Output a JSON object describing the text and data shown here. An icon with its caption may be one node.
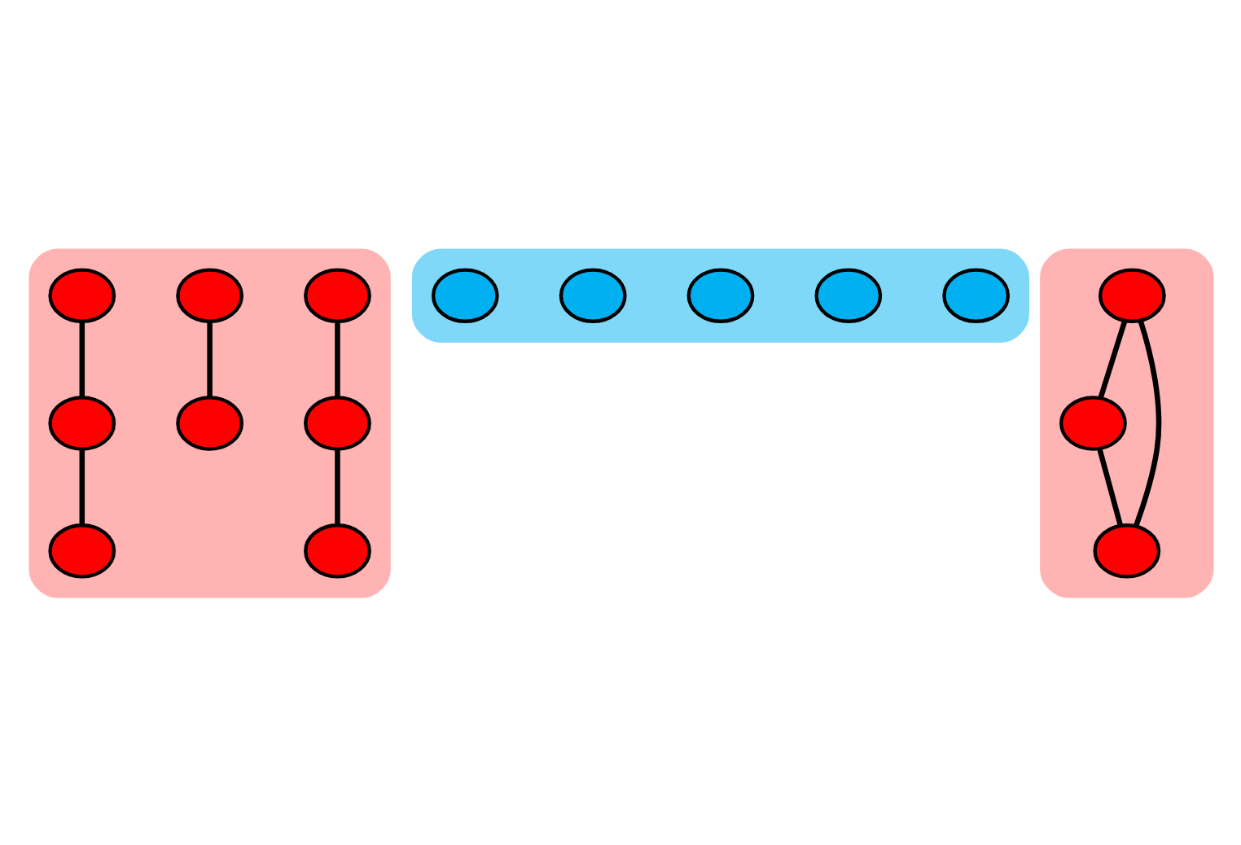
{
  "diagram": {
    "nodes": [
      {
        "text": [],
        "shape": "band"
      },
      {
        "text": [],
        "shape": "circle",
        "in": 0
      },
      {
        "text": [],
        "shape": "circle",
        "in": 0
      },
      {
        "text": [],
        "shape": "circle",
        "in": 0
      },
      {
        "text": [],
        "shape": "circle",
        "in": 0
      },
      {
        "text": [],
        "shape": "circle",
        "in": 0
      },
      {
        "text": [],
        "shape": "circle",
        "in": 0
      },
      {
        "text": [],
        "shape": "circle",
        "in": 0
      },
      {
        "text": [],
        "shape": "circle",
        "in": 0
      },
      {
        "text": [],
        "shape": "band"
      },
      {
        "text": [],
        "shape": "circle",
        "in": 9
      },
      {
        "text": [],
        "shape": "circle",
        "in": 9
      },
      {
        "text": [],
        "shape": "circle",
        "in": 9
      },
      {
        "text": [],
        "shape": "circle",
        "in": 9
      },
      {
        "text": [],
        "shape": "circle",
        "in": 9
      },
      {
        "text": [],
        "shape": "band"
      },
      {
        "text": [],
        "shape": "circle",
        "in": 15
      },
      {
        "text": [],
        "shape": "circle",
        "in": 15
      },
      {
        "text": [],
        "shape": "circle",
        "in": 15
      }
    ],
    "edges": [
      {
        "from": 1,
        "to": 2,
        "arrow": "none"
      },
      {
        "from": 3,
        "to": 4,
        "arrow": "none"
      },
      {
        "from": 4,
        "to": 5,
        "arrow": "none"
      },
      {
        "from": 6,
        "to": 7,
        "arrow": "none"
      },
      {
        "from": 8,
        "to": 1,
        "arrow": "none"
      },
      {
        "from": 16,
        "to": 17,
        "arrow": "none"
      },
      {
        "from": 17,
        "to": 18,
        "arrow": "none"
      },
      {
        "from": 18,
        "to": 16,
        "arrow": "none"
      }
    ]
  }
}
